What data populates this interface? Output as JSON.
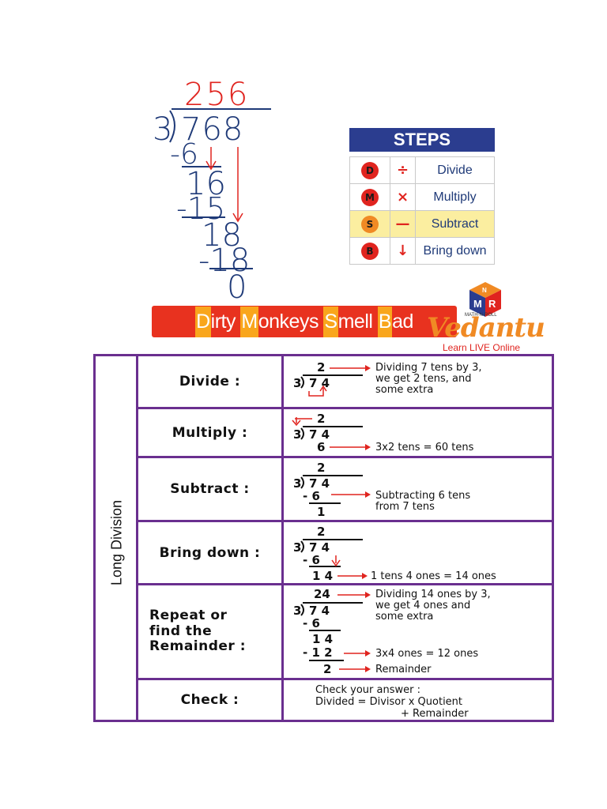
{
  "top_division": {
    "quotient": "256",
    "divisor": "3",
    "dividend": "768",
    "steps": [
      "-6",
      "16",
      "-15",
      "18",
      "-18",
      "0"
    ]
  },
  "steps_box": {
    "title": "STEPS",
    "rows": [
      {
        "letter": "D",
        "symbol": "÷",
        "label": "Divide"
      },
      {
        "letter": "M",
        "symbol": "×",
        "label": "Multiply"
      },
      {
        "letter": "S",
        "symbol": "—",
        "label": "Subtract"
      },
      {
        "letter": "B",
        "symbol": "↓",
        "label": "Bring down"
      }
    ]
  },
  "banner": {
    "words": [
      {
        "first": "D",
        "rest": "irty "
      },
      {
        "first": "M",
        "rest": "onkeys "
      },
      {
        "first": "S",
        "rest": "mell "
      },
      {
        "first": "B",
        "rest": "ad"
      }
    ]
  },
  "logo": {
    "brand": "Vedantu",
    "tagline": "Learn LIVE Online",
    "sub_brand": "MATH-N-ROLL"
  },
  "table": {
    "side_label": "Long Division",
    "rows": [
      {
        "label": "Divide :",
        "quotient": "2",
        "divisor": "3",
        "dividend": "7 4",
        "notes": [
          "Dividing 7 tens by 3,",
          "we get 2 tens, and",
          "some extra"
        ]
      },
      {
        "label": "Multiply :",
        "quotient": "2",
        "divisor": "3",
        "dividend": "7 4",
        "product": "6",
        "notes": [
          "3x2 tens = 60 tens"
        ]
      },
      {
        "label": "Subtract :",
        "quotient": "2",
        "divisor": "3",
        "dividend": "7 4",
        "minus": "- 6",
        "result": "1",
        "notes": [
          "Subtracting 6 tens",
          "from 7 tens"
        ]
      },
      {
        "label": "Bring down :",
        "quotient": "2",
        "divisor": "3",
        "dividend": "7 4",
        "minus": "- 6",
        "result": "1 4",
        "notes": [
          "1 tens 4 ones = 14 ones"
        ]
      },
      {
        "label_lines": [
          "Repeat or",
          "find the",
          "Remainder :"
        ],
        "quotient": "24",
        "divisor": "3",
        "dividend": "7 4",
        "minus": "- 6",
        "mid": "1 4",
        "minus2": "- 1 2",
        "result": "2",
        "notes": [
          "Dividing 14 ones by 3,",
          "we get 4 ones and",
          "some extra"
        ],
        "note2": "3x4 ones = 12 ones",
        "note3": "Remainder"
      },
      {
        "label": "Check :",
        "notes": [
          "Check your answer :",
          "Divided = Divisor x Quotient",
          "+ Remainder"
        ]
      }
    ]
  }
}
